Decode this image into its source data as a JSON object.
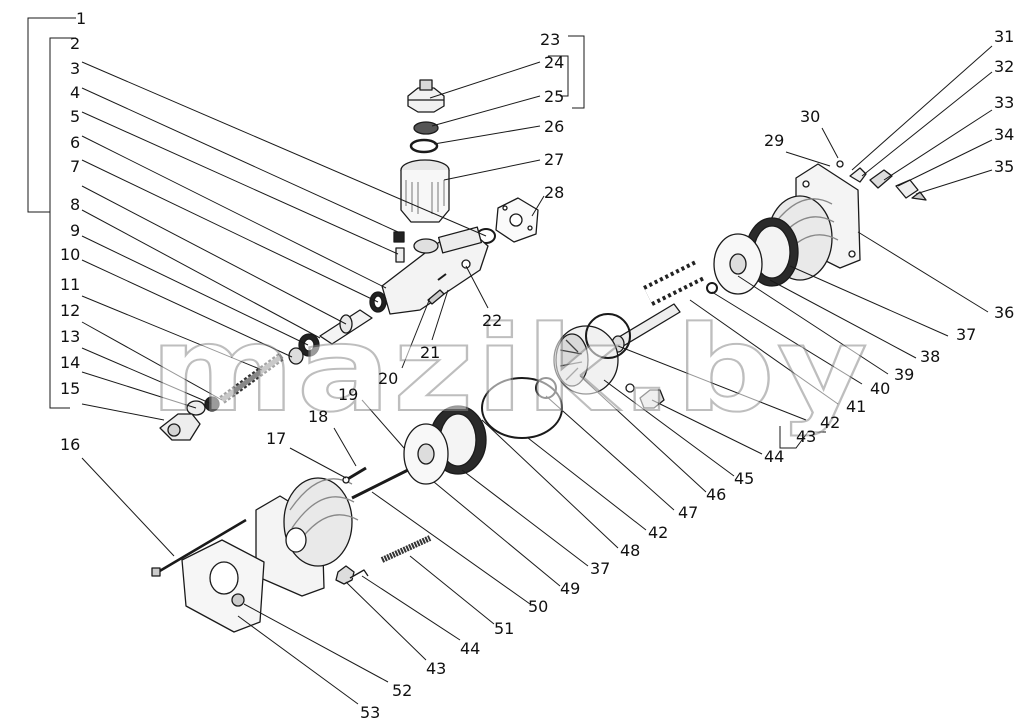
{
  "watermark": "mazik.by",
  "callouts": {
    "c1": "1",
    "c2": "2",
    "c3": "3",
    "c4": "4",
    "c5": "5",
    "c6": "6",
    "c7": "7",
    "c8": "8",
    "c9": "9",
    "c10": "10",
    "c11": "11",
    "c12": "12",
    "c13": "13",
    "c14": "14",
    "c15": "15",
    "c16": "16",
    "c17": "17",
    "c18": "18",
    "c19": "19",
    "c20": "20",
    "c21": "21",
    "c22": "22",
    "c23": "23",
    "c24": "24",
    "c25": "25",
    "c26": "26",
    "c27": "27",
    "c28": "28",
    "c29": "29",
    "c30": "30",
    "c31": "31",
    "c32": "32",
    "c33": "33",
    "c34": "34",
    "c35": "35",
    "c36": "36",
    "c37a": "37",
    "c37b": "37",
    "c38": "38",
    "c39": "39",
    "c40": "40",
    "c41": "41",
    "c42a": "42",
    "c42b": "42",
    "c43a": "43",
    "c43b": "43",
    "c44a": "44",
    "c44b": "44",
    "c45": "45",
    "c46": "46",
    "c47": "47",
    "c48": "48",
    "c49": "49",
    "c50": "50",
    "c51": "51",
    "c52": "52",
    "c53": "53"
  }
}
